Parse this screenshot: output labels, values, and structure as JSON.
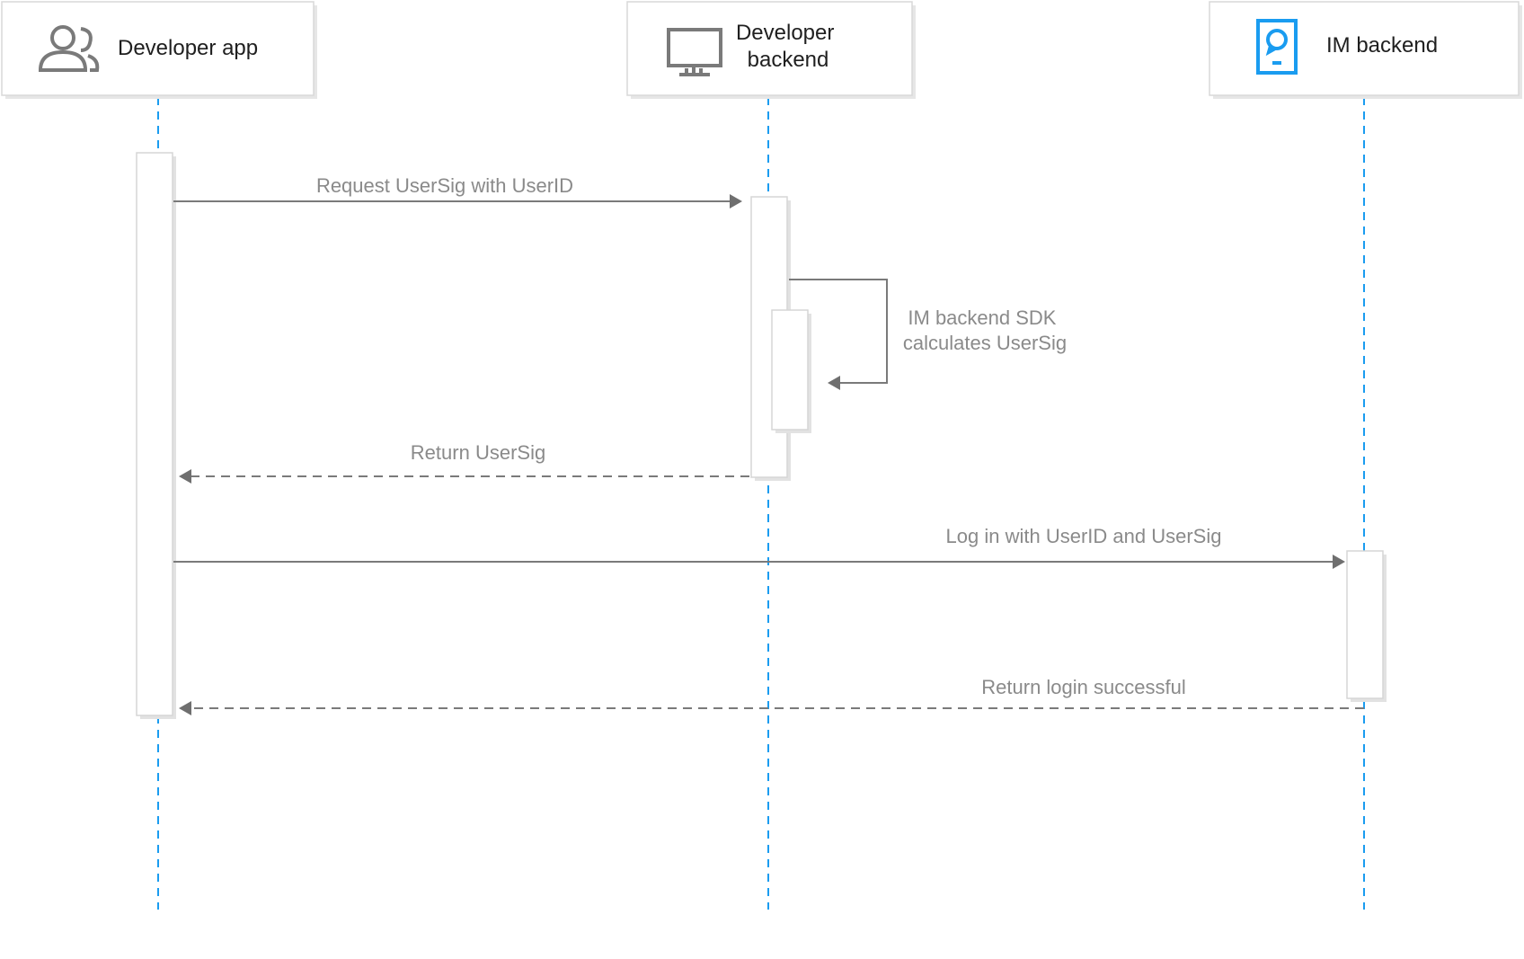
{
  "actors": [
    {
      "id": "developer-app",
      "label_lines": [
        "Developer app"
      ],
      "icon": "users-icon"
    },
    {
      "id": "developer-backend",
      "label_lines": [
        "Developer",
        "backend"
      ],
      "icon": "monitor-icon"
    },
    {
      "id": "im-backend",
      "label_lines": [
        "IM backend"
      ],
      "icon": "chat-device-icon"
    }
  ],
  "messages": [
    {
      "id": "request-usersig",
      "label": "Request UserSig with UserID",
      "from": "developer-app",
      "to": "developer-backend",
      "style": "solid"
    },
    {
      "id": "self-calc",
      "label_lines": [
        "IM backend SDK",
        "calculates UserSig"
      ],
      "from": "developer-backend",
      "to": "developer-backend",
      "style": "solid"
    },
    {
      "id": "return-usersig",
      "label": "Return UserSig",
      "from": "developer-backend",
      "to": "developer-app",
      "style": "dashed"
    },
    {
      "id": "login",
      "label": "Log in with UserID and UserSig",
      "from": "developer-app",
      "to": "im-backend",
      "style": "solid"
    },
    {
      "id": "return-login",
      "label": "Return login successful",
      "from": "im-backend",
      "to": "developer-app",
      "style": "dashed"
    }
  ],
  "colors": {
    "lifeline": "#1a9cf0",
    "arrow": "#7a7a7a",
    "label": "#8a8a8a",
    "accent_icon": "#1a9cf0"
  }
}
